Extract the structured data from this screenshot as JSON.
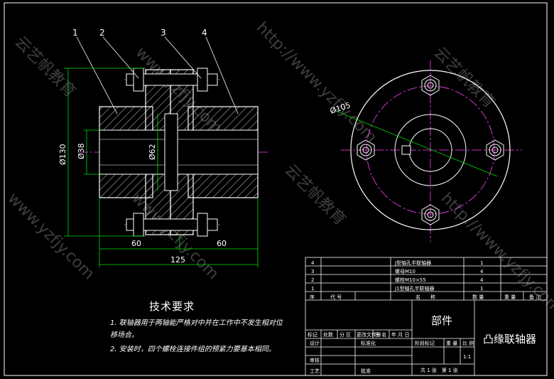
{
  "front_view": {
    "leaders": [
      "1",
      "2",
      "3",
      "4"
    ],
    "dims": {
      "d130": "Ø130",
      "d38": "Ø38",
      "d62": "Ø62",
      "len_left": "60",
      "len_right": "60",
      "total": "125"
    }
  },
  "side_view": {
    "d105": "Ø105"
  },
  "tech_req": {
    "title": "技术要求",
    "item1": "1. 联轴器用于两轴能严格对中并在工作中不发生相对位移场合。",
    "item2": "2. 安装时，四个螺栓连接件组的预紧力要基本相同。"
  },
  "bom": [
    {
      "no": "4",
      "name": "J型轴孔半联轴器",
      "qty": "1"
    },
    {
      "no": "3",
      "name": "螺母M10",
      "qty": "4"
    },
    {
      "no": "2",
      "name": "螺栓M10×55",
      "qty": "4"
    },
    {
      "no": "1",
      "name": "J1型轴孔半联轴器",
      "qty": "1"
    }
  ],
  "bom_header": {
    "no": "序",
    "code": "代 号",
    "name": "名　　称",
    "qty": "数 量",
    "weight": "重 量",
    "note": "备 注"
  },
  "title_block": {
    "part": "部件",
    "drawing_name": "凸缘联轴器",
    "marks": "标记",
    "count": "处数",
    "zone": "分 区",
    "change_doc": "更改文件号",
    "sign": "签 名",
    "date": "年 月 日",
    "design": "设计",
    "standard": "标准化",
    "stage_mark": "阶段标记",
    "weight": "重 量",
    "scale": "比 例",
    "scale_val": "1:1",
    "review": "审核",
    "process": "工艺",
    "approve": "批准",
    "sheets": "共 1 张　第 1 张"
  },
  "watermarks": [
    "云艺帆教育",
    "http://www.yzfjy.com",
    "www.yzfjy.com"
  ],
  "colors": {
    "background": "#000000",
    "line": "#ffffff",
    "dim": "#00ff00",
    "center": "#ff00ff",
    "section": "#ffffff"
  }
}
